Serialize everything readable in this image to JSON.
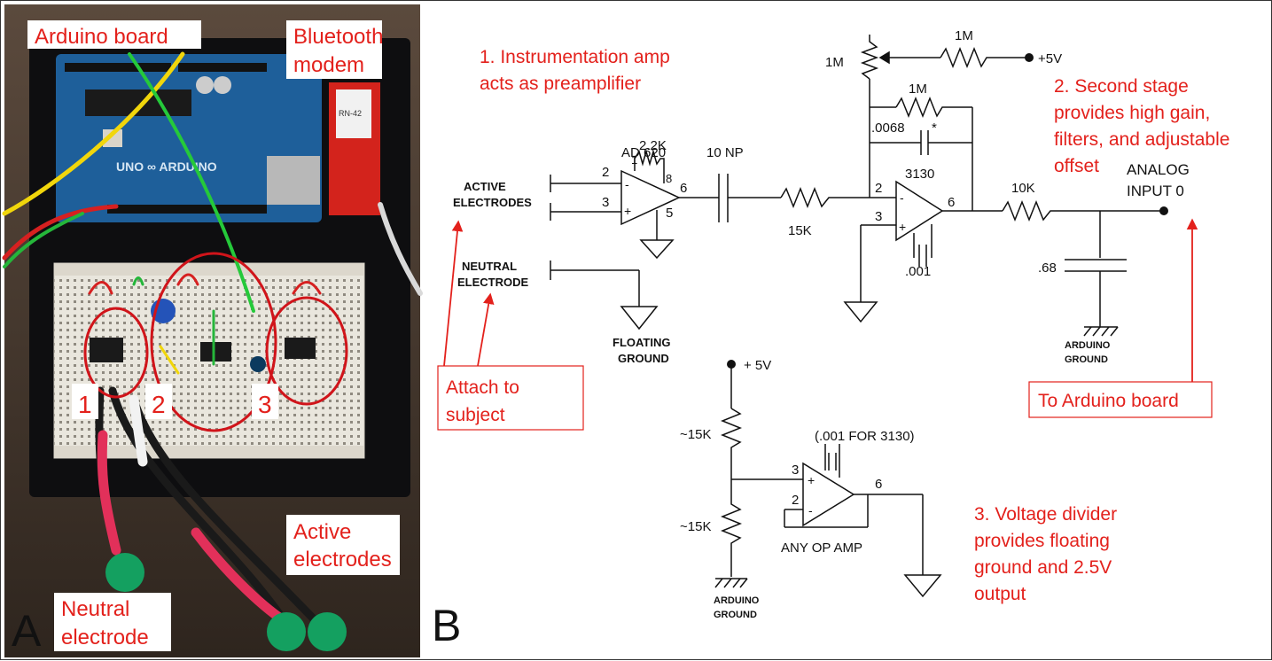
{
  "panels": {
    "a_letter": "A",
    "b_letter": "B"
  },
  "photo_labels": {
    "arduino_board": "Arduino board",
    "bluetooth_line1": "Bluetooth",
    "bluetooth_line2": "modem",
    "stage1": "1",
    "stage2": "2",
    "stage3": "3",
    "active_line1": "Active",
    "active_line2": "electrodes",
    "neutral_line1": "Neutral",
    "neutral_line2": "electrode"
  },
  "annotations": {
    "note1_line1": "1. Instrumentation amp",
    "note1_line2": "acts as preamplifier",
    "note2_line1": "2. Second stage",
    "note2_line2": "provides high gain,",
    "note2_line3": "filters, and adjustable",
    "note2_line4": "offset",
    "note3_line1": "3. Voltage divider",
    "note3_line2": "provides floating",
    "note3_line3": "ground and 2.5V",
    "note3_line4": "output",
    "attach_line1": "Attach to",
    "attach_line2": "subject",
    "to_arduino": "To Arduino board"
  },
  "schematic": {
    "active_line1": "ACTIVE",
    "active_line2": "ELECTRODES",
    "neutral_line1": "NEUTRAL",
    "neutral_line2": "ELECTRODE",
    "floating_line1": "FLOATING",
    "floating_line2": "GROUND",
    "ad620": "AD 620",
    "r_gain": "2.2K",
    "pin1": "1",
    "pin8": "8",
    "pin2": "2",
    "pin3": "3",
    "pin6": "6",
    "pin5": "5",
    "minus": "-",
    "plus": "+",
    "c_10np": "10 NP",
    "r_15k": "15K",
    "op3130": "3130",
    "op_pin2": "2",
    "op_pin3": "3",
    "op_pin6": "6",
    "c_0068": ".0068",
    "asterisk": "*",
    "r_feedback": "1M",
    "pot": "1M",
    "r_top": "1M",
    "plus5v": "+5V",
    "c_001": ".001",
    "r_10k": "10K",
    "analog_line1": "ANALOG",
    "analog_line2": "INPUT  0",
    "c_68": ".68",
    "arduino_gnd_line1": "ARDUINO",
    "arduino_gnd_line2": "GROUND",
    "div_5v": "+ 5V",
    "div_r1": "~15K",
    "div_r2": "~15K",
    "div_cap": "(.001 FOR 3130)",
    "div_pin3": "3",
    "div_pin2": "2",
    "div_pin6": "6",
    "any_op": "ANY OP AMP",
    "div_gnd_line1": "ARDUINO",
    "div_gnd_line2": "GROUND"
  },
  "colors": {
    "annotation_red": "#e3211c",
    "wire": "#111111",
    "photo_bg": "#3a2e26",
    "board_blue": "#1e5f9a"
  }
}
